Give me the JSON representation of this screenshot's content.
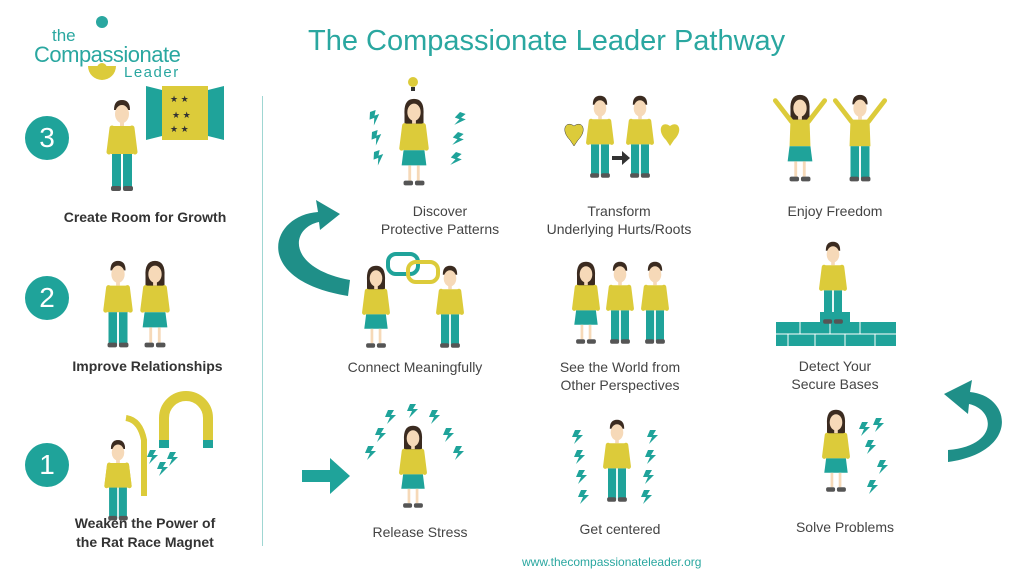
{
  "logo": {
    "the": "the",
    "main": "Compassionate",
    "sub": "Leader"
  },
  "title": "The Compassionate Leader Pathway",
  "steps": [
    {
      "number": "3",
      "label": "Create Room for Growth"
    },
    {
      "number": "2",
      "label": "Improve Relationships"
    },
    {
      "number": "1",
      "label_line1": "Weaken the Power of",
      "label_line2": "the Rat Race Magnet"
    }
  ],
  "pathway": {
    "discover": {
      "line1": "Discover",
      "line2": "Protective Patterns"
    },
    "transform": {
      "line1": "Transform",
      "line2": "Underlying Hurts/Roots"
    },
    "freedom": {
      "line1": "Enjoy Freedom"
    },
    "connect": {
      "line1": "Connect Meaningfully"
    },
    "perspectives": {
      "line1": "See the World from",
      "line2": "Other Perspectives"
    },
    "secure": {
      "line1": "Detect Your",
      "line2": "Secure Bases"
    },
    "stress": {
      "line1": "Release Stress"
    },
    "centered": {
      "line1": "Get centered"
    },
    "problems": {
      "line1": "Solve Problems"
    }
  },
  "footer": "www.thecompassionateleader.org",
  "colors": {
    "teal": "#1fa39a",
    "yellow": "#dccb3a",
    "skin": "#f6d9b8",
    "hair": "#3b2b20",
    "dark": "#333333"
  }
}
